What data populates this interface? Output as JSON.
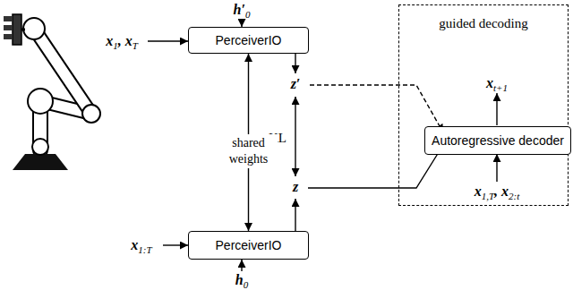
{
  "diagram": {
    "nodes": [
      {
        "text": [
          "PerceiverIO"
        ]
      },
      {
        "text": [
          "PerceiverIO"
        ]
      },
      {
        "text": [
          "guided decoding"
        ]
      },
      {
        "text": [
          "Autoregressive decoder"
        ],
        "in": 2
      }
    ],
    "edges": [
      {
        "from": 0,
        "to": 1,
        "arrow": "both",
        "label": "shared weights"
      }
    ],
    "labels": [
      "h′",
      "0",
      "x",
      "1",
      ", x",
      "T",
      "z′",
      "KL",
      "z",
      "x",
      "1:T",
      "h",
      "0",
      "x",
      "t+1",
      "x",
      "1,T",
      ", x",
      "2:t"
    ]
  }
}
